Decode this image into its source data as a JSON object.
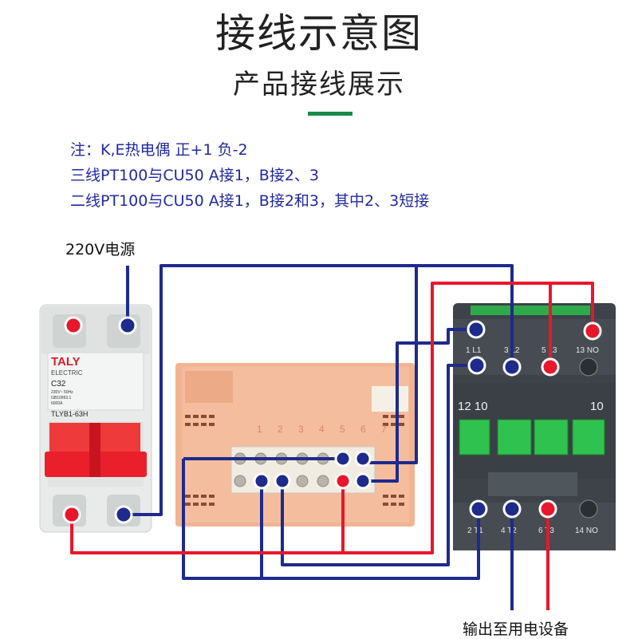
{
  "title": "接线示意图",
  "subtitle": "产品接线展示",
  "notes": [
    "注：K,E热电偶  正+1   负-2",
    "三线PT100与CU50 A接1，B接2、3",
    "二线PT100与CU50 A接1，B接2和3，其中2、3短接"
  ],
  "power_label": "220V电源",
  "output_label": "输出至用电设备",
  "breaker": {
    "brand": "TALY",
    "sub": "ELECTRIC",
    "rating": "C32",
    "spec1": "230V~ 50Hz",
    "spec2": "GB10963.1",
    "spec3": "6000A",
    "model": "TLYB1-63H"
  },
  "controller": {
    "terminal_numbers": [
      "1",
      "2",
      "3",
      "4",
      "5",
      "6",
      "7"
    ]
  },
  "contactor": {
    "top_labels": [
      "1 L1",
      "3 L2",
      "5 L3",
      "13 NO"
    ],
    "mid_left": "12 10",
    "mid_right": "10",
    "bottom_labels": [
      "2 T1",
      "4 T2",
      "6 T3",
      "14 NO"
    ]
  },
  "colors": {
    "wire_blue": "#1e2a8c",
    "wire_red": "#e8172b",
    "accent": "#1a8a4a",
    "note_text": "#1f2aa0"
  }
}
